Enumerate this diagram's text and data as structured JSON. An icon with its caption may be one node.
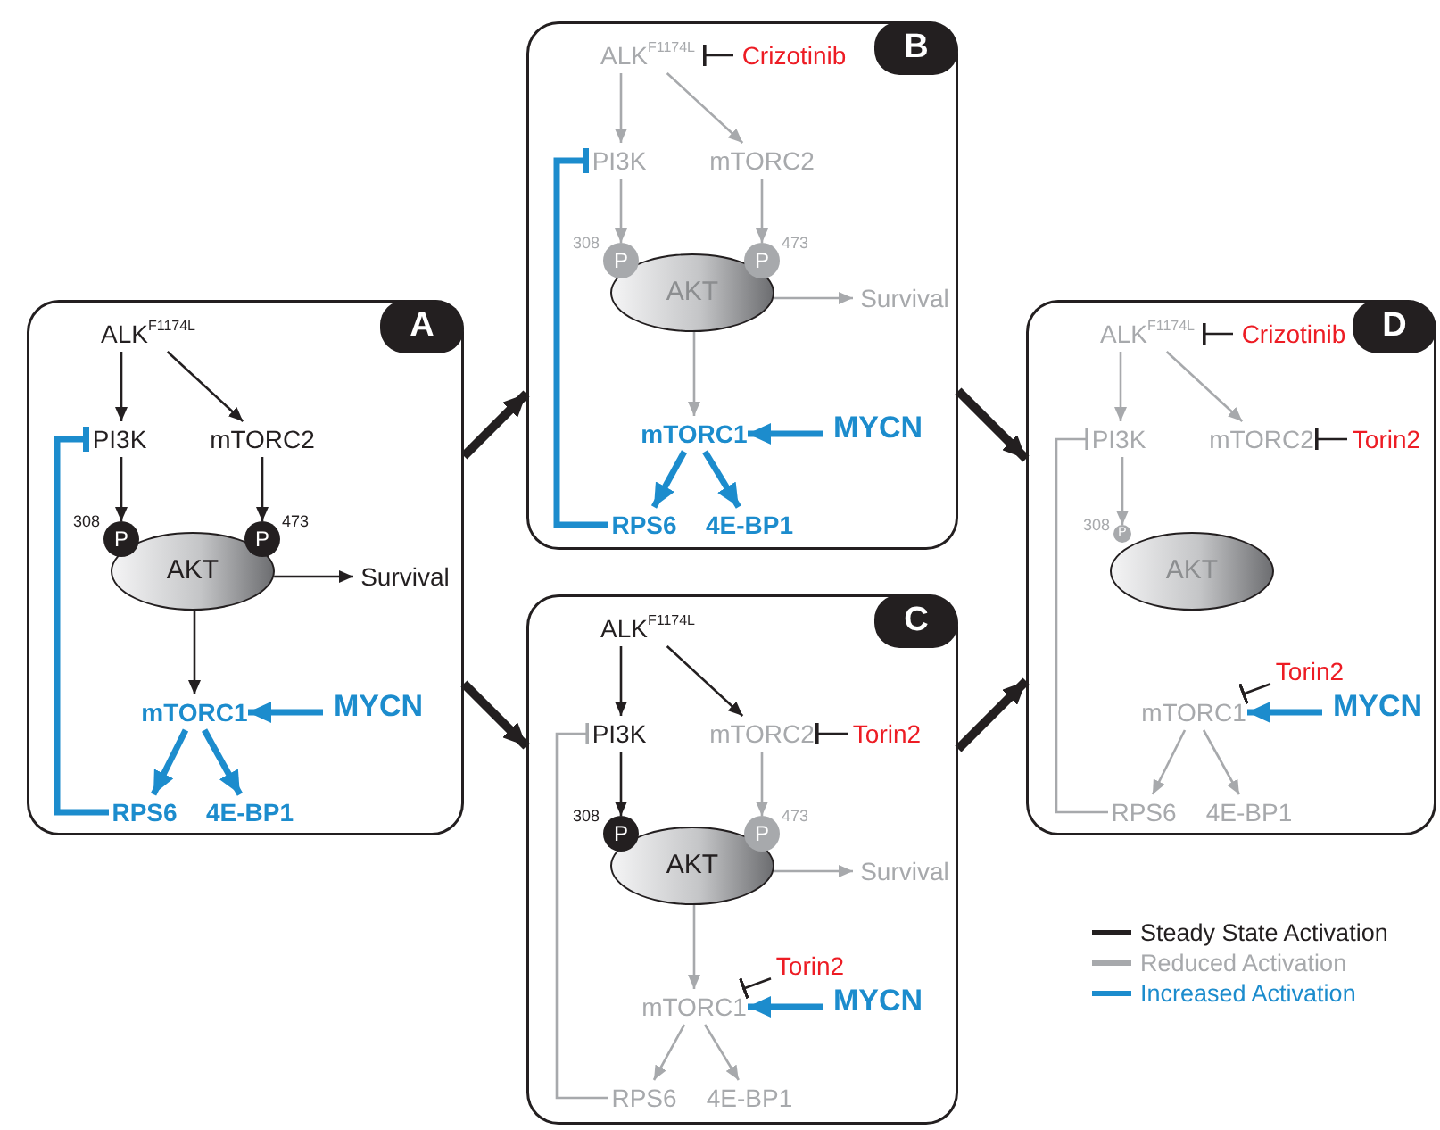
{
  "diagram": {
    "nodes": [
      {
        "text": [
          "A"
        ]
      },
      {
        "text": [
          "ALK$^{F1174L}$"
        ],
        "in": 0
      },
      {
        "text": [
          "PI3K"
        ],
        "in": 0
      },
      {
        "text": [
          "mTORC2"
        ],
        "in": 0
      },
      {
        "text": [
          "P"
        ],
        "beside": [
          "308"
        ],
        "in": 0
      },
      {
        "text": [
          "P"
        ],
        "beside": [
          "473"
        ],
        "in": 0
      },
      {
        "text": [
          "AKT"
        ],
        "in": 0
      },
      {
        "text": [
          "Survival"
        ],
        "in": 0
      },
      {
        "text": [
          "mTORC1"
        ],
        "in": 0
      },
      {
        "text": [
          "MYCN"
        ],
        "in": 0
      },
      {
        "text": [
          "RPS6"
        ],
        "in": 0
      },
      {
        "text": [
          "4E-BP1"
        ],
        "in": 0
      },
      {
        "text": [
          "B"
        ]
      },
      {
        "text": [
          "ALK$^{F1174L}$"
        ],
        "in": 12
      },
      {
        "text": [
          "Crizotinib"
        ],
        "in": 12
      },
      {
        "text": [
          "PI3K"
        ],
        "in": 12
      },
      {
        "text": [
          "mTORC2"
        ],
        "in": 12
      },
      {
        "text": [
          "P"
        ],
        "beside": [
          "308"
        ],
        "in": 12
      },
      {
        "text": [
          "P"
        ],
        "beside": [
          "473"
        ],
        "in": 12
      },
      {
        "text": [
          "AKT"
        ],
        "in": 12
      },
      {
        "text": [
          "Survival"
        ],
        "in": 12
      },
      {
        "text": [
          "mTORC1"
        ],
        "in": 12
      },
      {
        "text": [
          "MYCN"
        ],
        "in": 12
      },
      {
        "text": [
          "RPS6"
        ],
        "in": 12
      },
      {
        "text": [
          "4E-BP1"
        ],
        "in": 12
      },
      {
        "text": [
          "C"
        ]
      },
      {
        "text": [
          "ALK$^{F1174L}$"
        ],
        "in": 25
      },
      {
        "text": [
          "PI3K"
        ],
        "in": 25
      },
      {
        "text": [
          "mTORC2"
        ],
        "in": 25
      },
      {
        "text": [
          "Torin2"
        ],
        "in": 25
      },
      {
        "text": [
          "P"
        ],
        "beside": [
          "308"
        ],
        "in": 25
      },
      {
        "text": [
          "P"
        ],
        "beside": [
          "473"
        ],
        "in": 25
      },
      {
        "text": [
          "AKT"
        ],
        "in": 25
      },
      {
        "text": [
          "Survival"
        ],
        "in": 25
      },
      {
        "text": [
          "Torin2"
        ],
        "in": 25
      },
      {
        "text": [
          "mTORC1"
        ],
        "in": 25
      },
      {
        "text": [
          "MYCN"
        ],
        "in": 25
      },
      {
        "text": [
          "RPS6"
        ],
        "in": 25
      },
      {
        "text": [
          "4E-BP1"
        ],
        "in": 25
      },
      {
        "text": [
          "D"
        ]
      },
      {
        "text": [
          "ALK$^{F1174L}$"
        ],
        "in": 39
      },
      {
        "text": [
          "Crizotinib"
        ],
        "in": 39
      },
      {
        "text": [
          "PI3K"
        ],
        "in": 39
      },
      {
        "text": [
          "mTORC2"
        ],
        "in": 39
      },
      {
        "text": [
          "Torin2"
        ],
        "in": 39
      },
      {
        "text": [
          "P"
        ],
        "beside": [
          "308"
        ],
        "in": 39
      },
      {
        "text": [
          "AKT"
        ],
        "in": 39
      },
      {
        "text": [
          "Torin2"
        ],
        "in": 39
      },
      {
        "text": [
          "mTORC1"
        ],
        "in": 39
      },
      {
        "text": [
          "MYCN"
        ],
        "in": 39
      },
      {
        "text": [
          "RPS6"
        ],
        "in": 39
      },
      {
        "text": [
          "4E-BP1"
        ],
        "in": 39
      }
    ],
    "edges": [
      {
        "from": 1,
        "to": 2,
        "arrow": "to"
      },
      {
        "from": 1,
        "to": 3,
        "arrow": "to"
      },
      {
        "from": 2,
        "to": 4,
        "arrow": "to"
      },
      {
        "from": 3,
        "to": 5,
        "arrow": "to"
      },
      {
        "from": 6,
        "to": 7,
        "arrow": "to"
      },
      {
        "from": 6,
        "to": 8,
        "arrow": "to"
      },
      {
        "from": 9,
        "to": 8,
        "arrow": "to",
        "style": "thick",
        "color": "#1c8ccd"
      },
      {
        "from": 8,
        "to": 10,
        "arrow": "to",
        "style": "thick",
        "color": "#1c8ccd"
      },
      {
        "from": 8,
        "to": 11,
        "arrow": "to",
        "style": "thick",
        "color": "#1c8ccd"
      },
      {
        "from": 10,
        "to": 2,
        "arrow": "other",
        "style": "thick",
        "color": "#1c8ccd"
      },
      {
        "from": 13,
        "to": 15,
        "arrow": "to",
        "color": "#a7a9ac"
      },
      {
        "from": 13,
        "to": 16,
        "arrow": "to",
        "color": "#a7a9ac"
      },
      {
        "from": 14,
        "to": 13,
        "arrow": "other"
      },
      {
        "from": 15,
        "to": 17,
        "arrow": "to",
        "color": "#a7a9ac"
      },
      {
        "from": 16,
        "to": 18,
        "arrow": "to",
        "color": "#a7a9ac"
      },
      {
        "from": 19,
        "to": 20,
        "arrow": "to",
        "color": "#a7a9ac"
      },
      {
        "from": 19,
        "to": 21,
        "arrow": "to",
        "color": "#a7a9ac"
      },
      {
        "from": 22,
        "to": 21,
        "arrow": "to",
        "style": "thick",
        "color": "#1c8ccd"
      },
      {
        "from": 21,
        "to": 23,
        "arrow": "to",
        "style": "thick",
        "color": "#1c8ccd"
      },
      {
        "from": 21,
        "to": 24,
        "arrow": "to",
        "style": "thick",
        "color": "#1c8ccd"
      },
      {
        "from": 23,
        "to": 15,
        "arrow": "other",
        "style": "thick",
        "color": "#1c8ccd"
      },
      {
        "from": 26,
        "to": 27,
        "arrow": "to"
      },
      {
        "from": 26,
        "to": 28,
        "arrow": "to"
      },
      {
        "from": 29,
        "to": 28,
        "arrow": "other"
      },
      {
        "from": 27,
        "to": 30,
        "arrow": "to"
      },
      {
        "from": 28,
        "to": 31,
        "arrow": "to",
        "color": "#a7a9ac"
      },
      {
        "from": 32,
        "to": 33,
        "arrow": "to",
        "color": "#a7a9ac"
      },
      {
        "from": 32,
        "to": 35,
        "arrow": "to",
        "color": "#a7a9ac"
      },
      {
        "from": 34,
        "to": 35,
        "arrow": "other"
      },
      {
        "from": 36,
        "to": 35,
        "arrow": "to",
        "style": "thick",
        "color": "#1c8ccd"
      },
      {
        "from": 35,
        "to": 37,
        "arrow": "to",
        "color": "#a7a9ac"
      },
      {
        "from": 35,
        "to": 38,
        "arrow": "to",
        "color": "#a7a9ac"
      },
      {
        "from": 37,
        "to": 27,
        "arrow": "other",
        "color": "#a7a9ac"
      },
      {
        "from": 40,
        "to": 42,
        "arrow": "to",
        "color": "#a7a9ac"
      },
      {
        "from": 40,
        "to": 43,
        "arrow": "to",
        "color": "#a7a9ac"
      },
      {
        "from": 41,
        "to": 40,
        "arrow": "other"
      },
      {
        "from": 44,
        "to": 43,
        "arrow": "other"
      },
      {
        "from": 42,
        "to": 45,
        "arrow": "to",
        "color": "#a7a9ac"
      },
      {
        "from": 47,
        "to": 48,
        "arrow": "other"
      },
      {
        "from": 49,
        "to": 48,
        "arrow": "to",
        "style": "thick",
        "color": "#1c8ccd"
      },
      {
        "from": 48,
        "to": 50,
        "arrow": "to",
        "color": "#a7a9ac"
      },
      {
        "from": 48,
        "to": 51,
        "arrow": "to",
        "color": "#a7a9ac"
      },
      {
        "from": 50,
        "to": 42,
        "arrow": "other",
        "color": "#a7a9ac"
      },
      {
        "from": 0,
        "to": 12,
        "arrow": "to",
        "style": "thick"
      },
      {
        "from": 0,
        "to": 25,
        "arrow": "to",
        "style": "thick"
      },
      {
        "from": 12,
        "to": 39,
        "arrow": "to",
        "style": "thick"
      },
      {
        "from": 25,
        "to": 39,
        "arrow": "to",
        "style": "thick"
      }
    ],
    "legend": [
      {
        "text": "Steady State Activation",
        "color": "#231f20"
      },
      {
        "text": "Reduced Activation",
        "color": "#a7a9ac"
      },
      {
        "text": "Increased Activation",
        "color": "#1c8ccd"
      }
    ]
  }
}
